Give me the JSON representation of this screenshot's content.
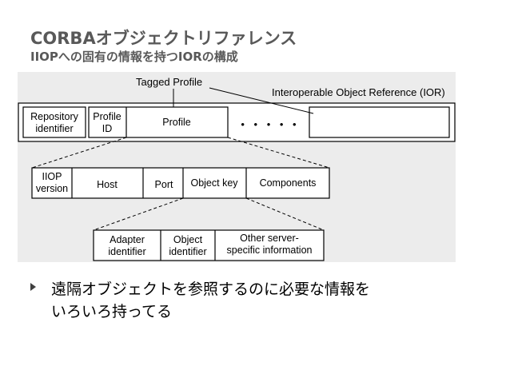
{
  "slide": {
    "title": "CORBAオブジェクトリファレンス",
    "subtitle": "IIOPへの固有の情報を持つIORの構成",
    "bullet_line1": "遠隔オブジェクトを参照するのに必要な情報を",
    "bullet_line2": "いろいろ持ってる"
  },
  "diagram": {
    "tagged_profile": "Tagged Profile",
    "ior_label": "Interoperable Object Reference (IOR)",
    "repo_1": "Repository",
    "repo_2": "identifier",
    "profile_id_1": "Profile",
    "profile_id_2": "ID",
    "profile": "Profile",
    "dots": "• • • • •",
    "iiop_1": "IIOP",
    "iiop_2": "version",
    "host": "Host",
    "port": "Port",
    "object_key": "Object key",
    "components": "Components",
    "adapter_1": "Adapter",
    "adapter_2": "identifier",
    "objid_1": "Object",
    "objid_2": "identifier",
    "other_1": "Other server-",
    "other_2": "specific information"
  }
}
